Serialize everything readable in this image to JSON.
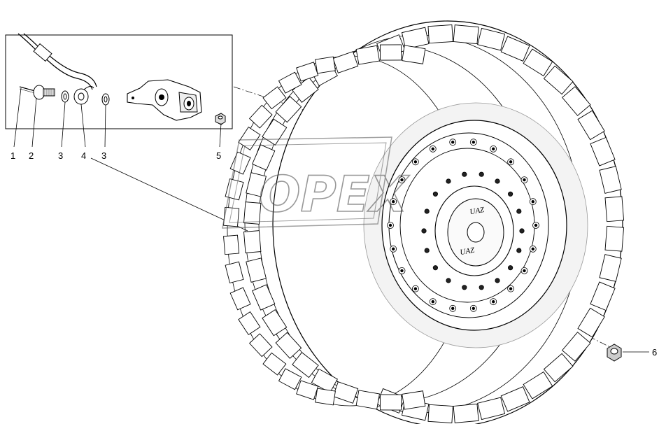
{
  "callouts": [
    {
      "id": "1",
      "label": "1"
    },
    {
      "id": "2",
      "label": "2"
    },
    {
      "id": "3a",
      "label": "3"
    },
    {
      "id": "4",
      "label": "4"
    },
    {
      "id": "3b",
      "label": "3"
    },
    {
      "id": "5",
      "label": "5"
    },
    {
      "id": "6",
      "label": "6"
    }
  ],
  "wheel_hub_text": "UAZ",
  "watermark_text": "OPEX"
}
